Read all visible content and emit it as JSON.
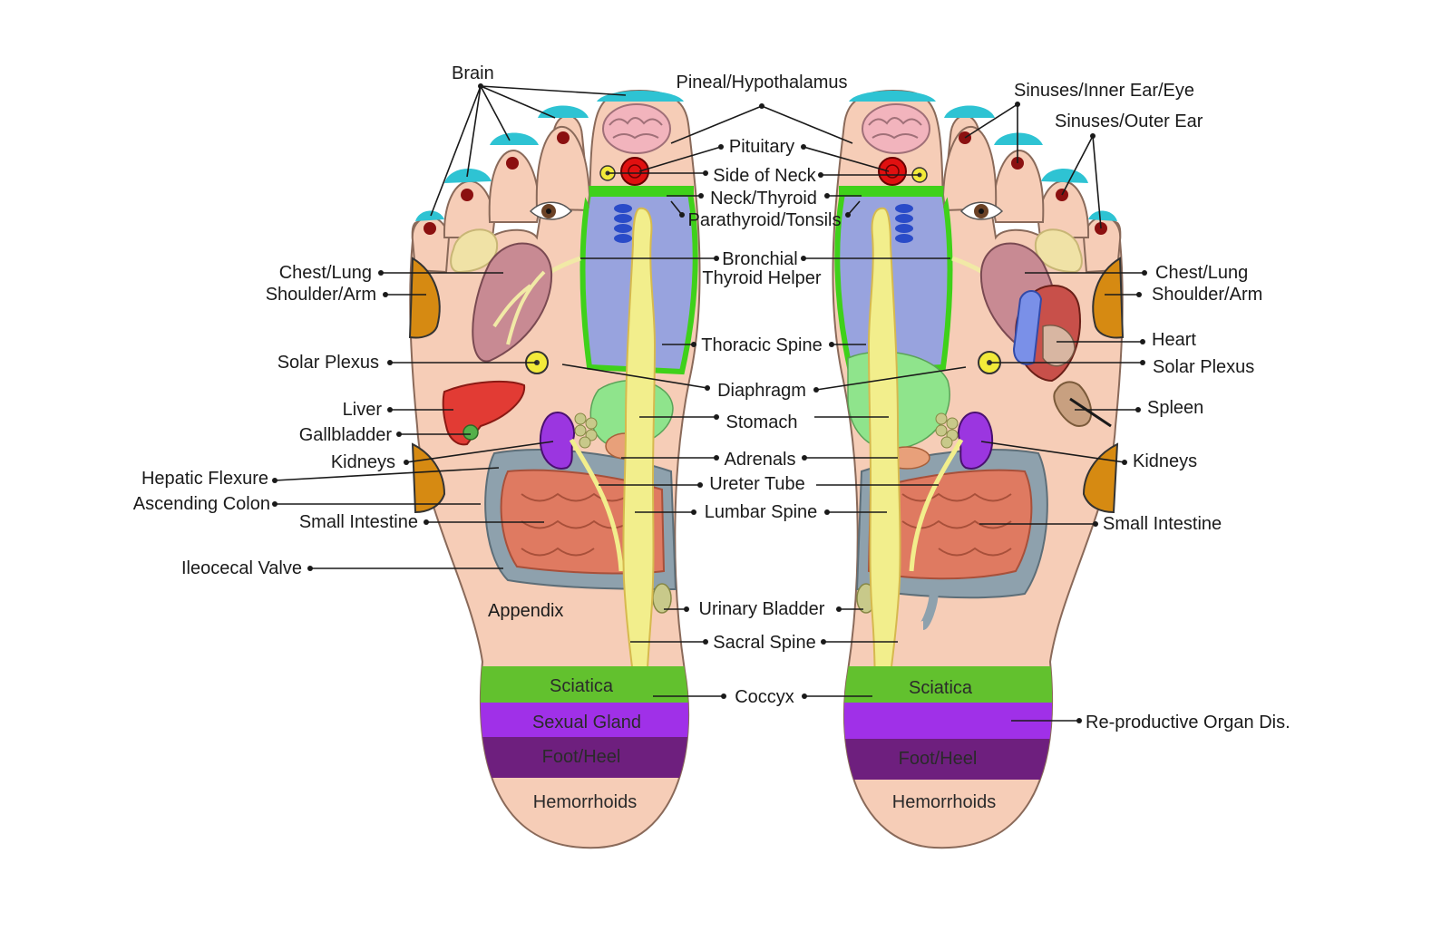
{
  "colors": {
    "skin": "#f6cdb7",
    "toe_tip": "#2ec3d3",
    "sciatica": "#62c12e",
    "sexual_gland": "#a030e8",
    "foot_heel": "#6e1f7e",
    "spine": "#f2ee8c",
    "thyroid_helper": "#98a3de",
    "green_band": "#3fd11a",
    "lung": "#c88a93",
    "liver": "#e23b34",
    "kidney": "#9b36e0",
    "intestine": "#df7a61",
    "colon": "#8ea1ad",
    "stomach": "#8fe48c",
    "shoulder": "#d68a12",
    "heart": "#c8504a"
  },
  "left_labels": {
    "brain": "Brain",
    "chest_lung": "Chest/Lung",
    "shoulder_arm": "Shoulder/Arm",
    "solar_plexus": "Solar Plexus",
    "liver": "Liver",
    "gallbladder": "Gallbladder",
    "kidneys": "Kidneys",
    "hepatic_flexure": "Hepatic Flexure",
    "ascending_colon": "Ascending Colon",
    "small_intestine": "Small Intestine",
    "ileocecal_valve": "Ileocecal Valve",
    "appendix": "Appendix"
  },
  "center_labels": {
    "pineal": "Pineal/Hypothalamus",
    "pituitary": "Pituitary",
    "side_of_neck": "Side of Neck",
    "neck_thyroid": "Neck/Thyroid",
    "parathyroid": "Parathyroid/Tonsils",
    "bronchial": "Bronchial",
    "thyroid_helper": "Thyroid Helper",
    "thoracic_spine": "Thoracic Spine",
    "diaphragm": "Diaphragm",
    "stomach": "Stomach",
    "adrenals": "Adrenals",
    "ureter_tube": "Ureter Tube",
    "lumbar_spine": "Lumbar Spine",
    "urinary_bladder": "Urinary Bladder",
    "sacral_spine": "Sacral Spine",
    "coccyx": "Coccyx"
  },
  "right_labels": {
    "sinuses_inner": "Sinuses/Inner Ear/Eye",
    "sinuses_outer": "Sinuses/Outer Ear",
    "chest_lung": "Chest/Lung",
    "shoulder_arm": "Shoulder/Arm",
    "heart": "Heart",
    "solar_plexus": "Solar Plexus",
    "spleen": "Spleen",
    "kidneys": "Kidneys",
    "small_intestine": "Small Intestine",
    "reproductive": "Re-productive Organ Dis."
  },
  "zones": {
    "sciatica": "Sciatica",
    "sexual_gland": "Sexual Gland",
    "foot_heel": "Foot/Heel",
    "hemorrhoids": "Hemorrhoids"
  }
}
